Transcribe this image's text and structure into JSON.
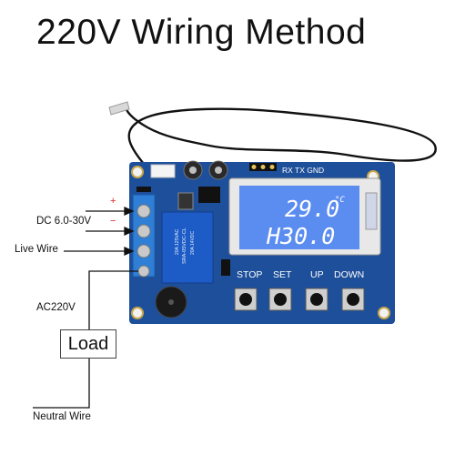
{
  "title": "220V Wiring Method",
  "labels": {
    "dc_input": "DC 6.0-30V",
    "live_wire": "Live Wire",
    "ac220v": "AC220V",
    "load": "Load",
    "neutral_wire": "Neutral Wire",
    "plus": "+",
    "minus": "−"
  },
  "board": {
    "header_pins": "RX TX GND",
    "relay_text": [
      "SRA-05VDC-CL",
      "20A 14VDC",
      "20A 125VAC"
    ],
    "lcd_line1": "29.0",
    "lcd_unit": "°C",
    "lcd_line2": "H30.0",
    "buttons": [
      "STOP",
      "SET",
      "UP",
      "DOWN"
    ]
  },
  "colors": {
    "pcb": "#1e4f9a",
    "lcd": "#5b8cf0",
    "terminal": "#2f7fd6",
    "plus_sign": "#e02020",
    "minus_sign": "#e02020"
  }
}
